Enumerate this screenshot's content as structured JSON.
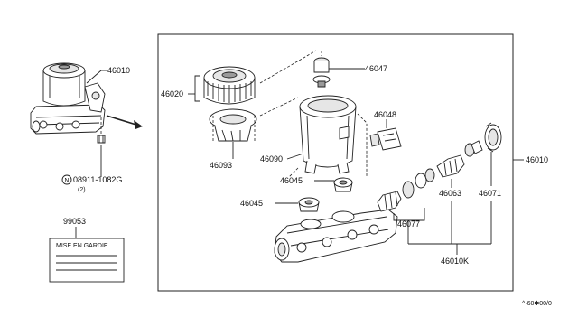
{
  "labels": {
    "reservoir_assy_left": "46010",
    "bolt_ref": "08911-1082G",
    "bolt_qty": "(2)",
    "bolt_prefix_symbol": "N",
    "warning_label_part": "99053",
    "warning_label_text": "MISE EN GARDIE",
    "reservoir_cap": "46020",
    "strainer": "46093",
    "reservoir_tank": "46090",
    "cap_small": "46047",
    "connector": "46048",
    "grommet_upper": "46045",
    "grommet_lower": "46045",
    "cylinder_assy_right": "46010",
    "piston_kit_a": "46077",
    "piston_kit_b": "46063",
    "seal_ring": "46071",
    "repair_kit": "46010K",
    "diagram_code": "^·60✱00/0"
  },
  "icons": {
    "circle_n_symbol": "circled-n-icon",
    "arrow": "arrow-right-icon"
  }
}
